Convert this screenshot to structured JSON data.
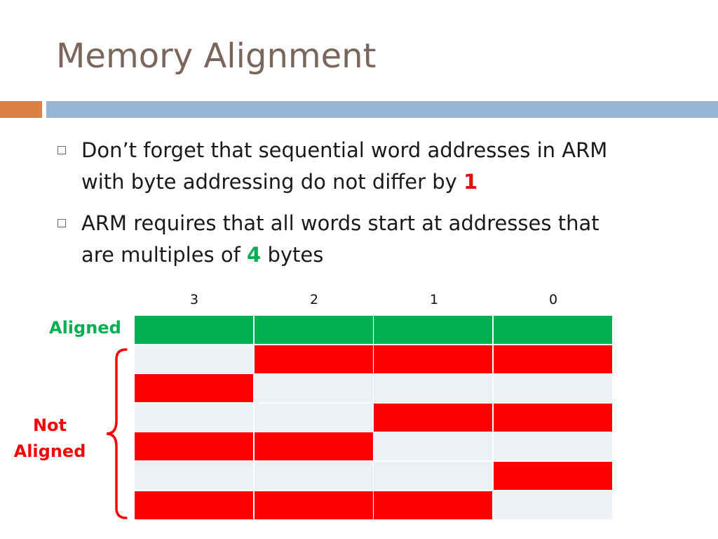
{
  "slide": {
    "title": "Memory Alignment"
  },
  "bullets": [
    {
      "line1": "Don’t forget that sequential word addresses in ARM",
      "line2_prefix": "with byte addressing do not differ by ",
      "highlight": "1",
      "suffix": ""
    },
    {
      "line1": "ARM requires that all words start at addresses that",
      "line2_prefix": "are multiples of ",
      "highlight": "4",
      "suffix": " bytes"
    }
  ],
  "grid": {
    "column_labels": [
      "3",
      "2",
      "1",
      "0"
    ],
    "rows": [
      [
        "green",
        "green",
        "green",
        "green"
      ],
      [
        "empty",
        "red",
        "red",
        "red"
      ],
      [
        "red",
        "empty",
        "empty",
        "empty"
      ],
      [
        "empty",
        "empty",
        "red",
        "red"
      ],
      [
        "red",
        "red",
        "empty",
        "empty"
      ],
      [
        "empty",
        "empty",
        "empty",
        "red"
      ],
      [
        "red",
        "red",
        "red",
        "empty"
      ]
    ]
  },
  "labels": {
    "aligned": "Aligned",
    "not_aligned_1": "Not",
    "not_aligned_2": "Aligned"
  },
  "colors": {
    "accent_orange": "#dd8047",
    "accent_blue": "#94b6d2",
    "aligned_green": "#00b050",
    "misaligned_red": "#ff0000",
    "empty_cell": "#edf1f6",
    "title": "#7a665c"
  }
}
